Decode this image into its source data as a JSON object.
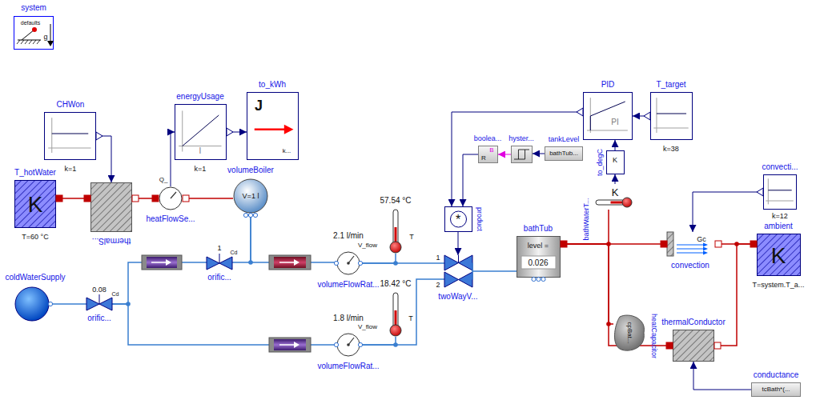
{
  "diagram": {
    "nodes": [
      {
        "text": [
          "system",
          "defaults",
          "g"
        ]
      },
      {
        "text": [
          "CHWon",
          "k=1"
        ]
      },
      {
        "text": [
          "energyUsage",
          "I",
          "k=1"
        ]
      },
      {
        "text": [
          "to_kWh",
          "J",
          "k..."
        ]
      },
      {
        "text": [
          "PID",
          "PI"
        ]
      },
      {
        "text": [
          "T_target",
          "k=38"
        ]
      },
      {
        "text": [
          "boolea...",
          "B",
          "R"
        ]
      },
      {
        "text": [
          "hyster..."
        ]
      },
      {
        "text": [
          "tankLevel",
          "bathTub..."
        ]
      },
      {
        "text": [
          "to_degC",
          "K"
        ]
      },
      {
        "text": [
          "convecti...",
          "k=12"
        ]
      },
      {
        "text": [
          "T_hotWater",
          "K",
          "T=60 °C"
        ]
      },
      {
        "text": [
          "thermalS..."
        ]
      },
      {
        "text": [
          "Q_",
          "heatFlowSe..."
        ]
      },
      {
        "text": [
          "volumeBoiler",
          "V=1 l"
        ]
      },
      {
        "text": [
          "57.54 °C",
          "T"
        ]
      },
      {
        "text": [
          "bathWaterT...",
          "K"
        ]
      },
      {
        "text": [
          "*",
          "product"
        ]
      },
      {
        "text": [
          "bathTub",
          "level =",
          "0.026"
        ]
      },
      {
        "text": [
          "ambient",
          "K",
          "T=system.T_a..."
        ]
      },
      {
        "text": [
          "Gc",
          "convection"
        ]
      },
      {
        "text": [
          "1",
          "Cd",
          "orific..."
        ]
      },
      {
        "text": [
          "2.1 l/min",
          "V_flow",
          "volumeFlowRat..."
        ]
      },
      {
        "text": [
          "1",
          "2",
          "twoWayV..."
        ]
      },
      {
        "text": [
          "coldWaterSupply"
        ]
      },
      {
        "text": [
          "0.08",
          "Cd",
          "orific..."
        ]
      },
      {
        "text": [
          "18.42 °C",
          "T"
        ]
      },
      {
        "text": [
          "cpBat...",
          "heatCapacitor"
        ]
      },
      {
        "text": [
          "thermalConductor"
        ]
      },
      {
        "text": [
          "1.8 l/min",
          "V_flow",
          "volumeFlowRat..."
        ]
      },
      {
        "text": [
          "conductance",
          "tcBath*(..."
        ]
      }
    ],
    "edges": [
      {
        "from": 1,
        "to": 12,
        "arrow": "to"
      },
      {
        "from": 11,
        "to": 12,
        "arrow": "none"
      },
      {
        "from": 12,
        "to": 13,
        "arrow": "none"
      },
      {
        "from": 13,
        "to": 14,
        "arrow": "none"
      },
      {
        "from": 13,
        "to": 2,
        "arrow": "to"
      },
      {
        "from": 2,
        "to": 3,
        "arrow": "to"
      },
      {
        "from": 24,
        "to": 25,
        "arrow": "none"
      },
      {
        "from": 25,
        "to": 21,
        "arrow": "none"
      },
      {
        "from": 21,
        "to": 14,
        "arrow": "none"
      },
      {
        "from": 14,
        "to": 22,
        "arrow": "none"
      },
      {
        "from": 25,
        "to": 29,
        "arrow": "none"
      },
      {
        "from": 22,
        "to": 23,
        "arrow": "none"
      },
      {
        "from": 29,
        "to": 23,
        "arrow": "none"
      },
      {
        "from": 22,
        "to": 15,
        "arrow": "none"
      },
      {
        "from": 29,
        "to": 26,
        "arrow": "none"
      },
      {
        "from": 23,
        "to": 18,
        "arrow": "none"
      },
      {
        "from": 17,
        "to": 23,
        "arrow": "to"
      },
      {
        "from": 6,
        "to": 17,
        "arrow": "to"
      },
      {
        "from": 4,
        "to": 17,
        "arrow": "to"
      },
      {
        "from": 7,
        "to": 6,
        "arrow": "to"
      },
      {
        "from": 8,
        "to": 7,
        "arrow": "to"
      },
      {
        "from": 5,
        "to": 4,
        "arrow": "to"
      },
      {
        "from": 9,
        "to": 4,
        "arrow": "to"
      },
      {
        "from": 16,
        "to": 9,
        "arrow": "to"
      },
      {
        "from": 18,
        "to": 16,
        "arrow": "none"
      },
      {
        "from": 18,
        "to": 27,
        "arrow": "none"
      },
      {
        "from": 18,
        "to": 20,
        "arrow": "none"
      },
      {
        "from": 18,
        "to": 28,
        "arrow": "none"
      },
      {
        "from": 20,
        "to": 19,
        "arrow": "none"
      },
      {
        "from": 28,
        "to": 19,
        "arrow": "none"
      },
      {
        "from": 10,
        "to": 20,
        "arrow": "to"
      },
      {
        "from": 30,
        "to": 28,
        "arrow": "to"
      }
    ]
  }
}
